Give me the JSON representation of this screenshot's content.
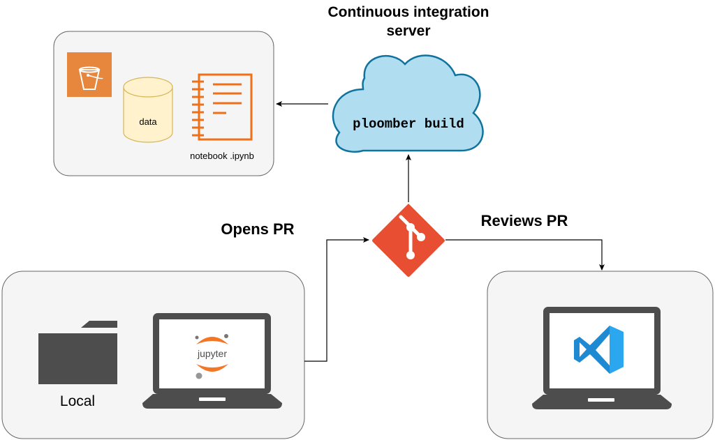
{
  "ci": {
    "title_line1": "Continuous integration",
    "title_line2": "server",
    "command": "ploomber build"
  },
  "artifacts": {
    "data_label": "data",
    "notebook_label": "notebook .ipynb"
  },
  "local": {
    "folder_label": "Local",
    "jupyter_label": "jupyter"
  },
  "labels": {
    "opens_pr": "Opens PR",
    "reviews_pr": "Reviews PR"
  },
  "colors": {
    "box_fill": "#f5f5f5",
    "box_stroke": "#666666",
    "cloud_fill": "#b1ddf0",
    "cloud_stroke": "#10739e",
    "git": "#e84e31",
    "s3": "#e7873e",
    "cylinder_fill": "#fff2cc",
    "cylinder_stroke": "#d6b656",
    "notebook": "#f07018",
    "laptop": "#4d4d4d",
    "jupyter_orange": "#f37726",
    "vscode_blue": "#1f8ad2"
  },
  "icons": [
    "s3-bucket-icon",
    "database-icon",
    "notebook-icon",
    "git-icon",
    "folder-icon",
    "laptop-icon",
    "jupyter-icon",
    "vscode-icon"
  ]
}
